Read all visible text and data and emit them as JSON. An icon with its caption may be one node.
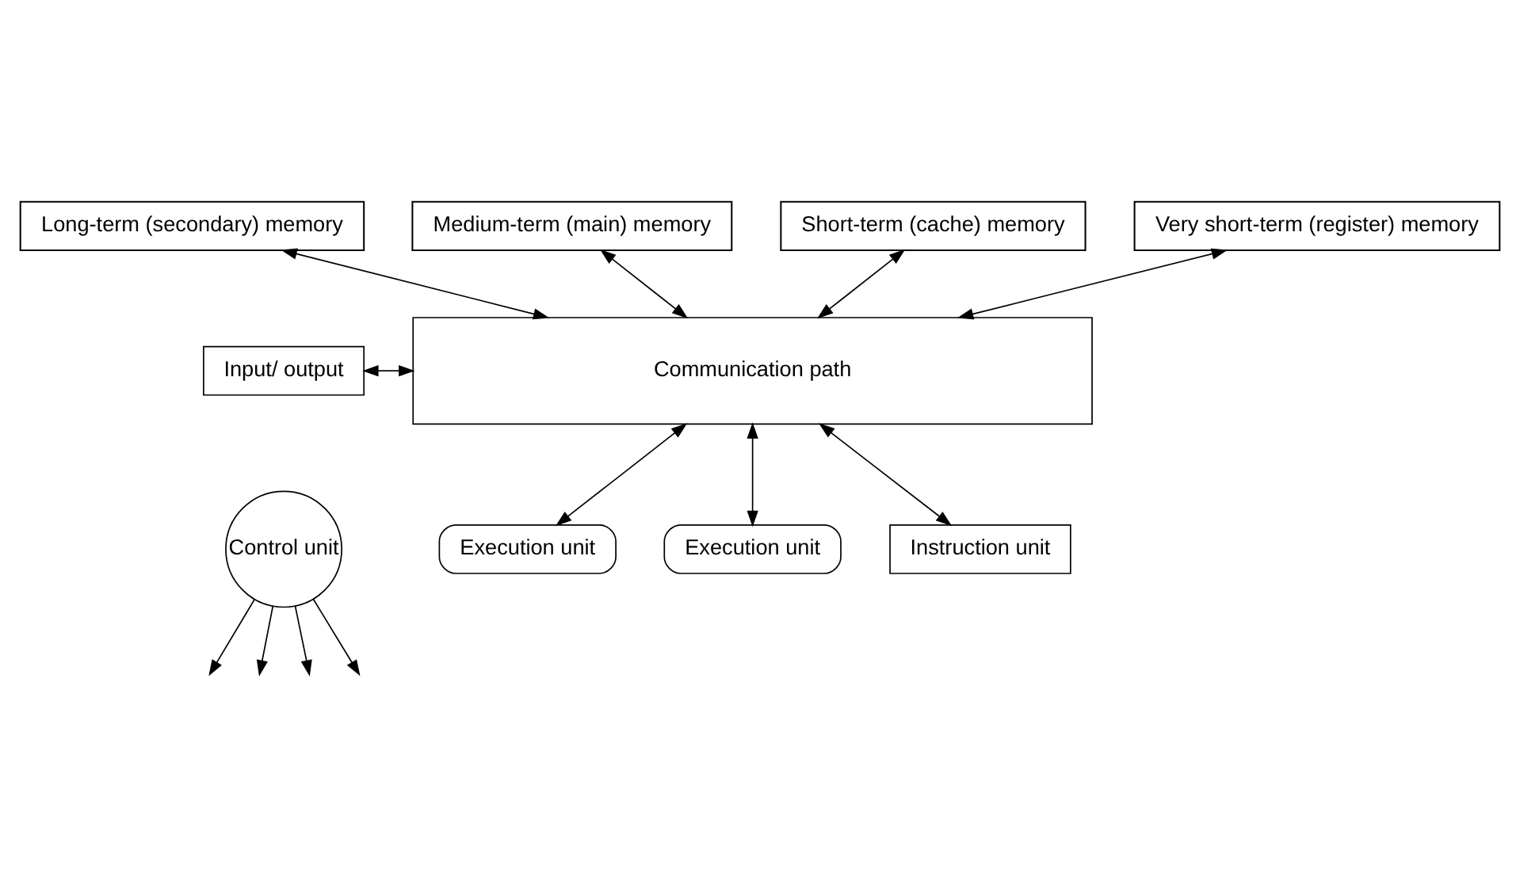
{
  "diagram": {
    "nodes": [
      {
        "text": [
          "Long-term (secondary) memory"
        ]
      },
      {
        "text": [
          "Medium-term (main) memory"
        ]
      },
      {
        "text": [
          "Short-term (cache) memory"
        ]
      },
      {
        "text": [
          "Very short-term (register) memory"
        ]
      },
      {
        "text": [
          "Input/ output"
        ]
      },
      {
        "text": [
          "Communication path"
        ]
      },
      {
        "text": [
          "Control unit"
        ]
      },
      {
        "text": [
          "Instruction unit"
        ]
      },
      {
        "text": [
          "Execution unit"
        ]
      },
      {
        "text": [
          "Execution unit"
        ]
      }
    ],
    "edges": [
      {
        "from": 0,
        "to": 5,
        "arrow": "both"
      },
      {
        "from": 1,
        "to": 5,
        "arrow": "both"
      },
      {
        "from": 2,
        "to": 5,
        "arrow": "both"
      },
      {
        "from": 3,
        "to": 5,
        "arrow": "both"
      },
      {
        "from": 4,
        "to": 5,
        "arrow": "both"
      },
      {
        "from": 5,
        "to": 8,
        "arrow": "both"
      },
      {
        "from": 5,
        "to": 7,
        "arrow": "both"
      },
      {
        "from": 5,
        "to": 9,
        "arrow": "both"
      },
      {
        "from": 6,
        "to": null,
        "arrow": "to"
      },
      {
        "from": 6,
        "to": null,
        "arrow": "to"
      },
      {
        "from": 6,
        "to": null,
        "arrow": "to"
      },
      {
        "from": 6,
        "to": null,
        "arrow": "to"
      }
    ]
  }
}
